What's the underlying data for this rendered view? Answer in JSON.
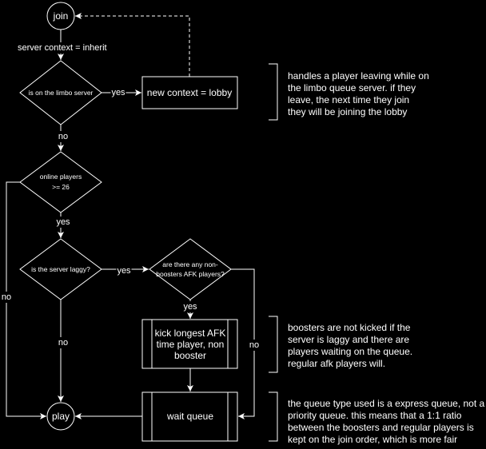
{
  "colors": {
    "background": "#000000",
    "stroke": "#ffffff",
    "text": "#ffffff"
  },
  "nodes": {
    "join": "join",
    "play": "play",
    "limbo_check": "is on the limbo server",
    "new_context": "new context = lobby",
    "online_players_line1": "online players",
    "online_players_line2": ">= 26",
    "server_laggy": "is the server laggy?",
    "afk_check_line1": "are there any non-",
    "afk_check_line2": "boosters AFK players?",
    "kick_line1": "kick longest AFK",
    "kick_line2": "time player, non",
    "kick_line3": "booster",
    "wait_queue": "wait queue"
  },
  "edge_labels": {
    "server_context": "server context = inherit",
    "limbo_yes": "yes",
    "limbo_no": "no",
    "online_yes": "yes",
    "online_no": "no",
    "laggy_yes": "yes",
    "laggy_no": "no",
    "afk_yes": "yes",
    "afk_no": "no"
  },
  "notes": {
    "limbo": [
      "handles a player leaving while on",
      "the limbo queue server. if they",
      "leave, the next time they join",
      "they will be joining the lobby"
    ],
    "boosters": [
      "boosters are not kicked if the",
      "server is laggy and there are",
      "players waiting on the queue.",
      "regular afk players will."
    ],
    "queue": [
      "the queue type used is a express queue, not a",
      "priority queue. this means that a 1:1 ratio",
      "between the boosters and regular players is",
      "kept on the join order, which is more fair"
    ]
  }
}
